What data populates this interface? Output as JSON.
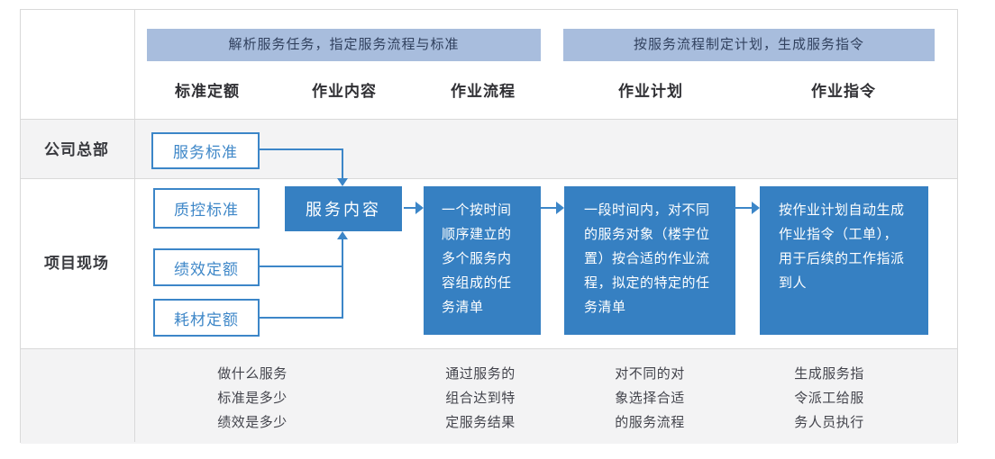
{
  "phases": [
    {
      "banner": "解析服务任务，指定服务流程与标准"
    },
    {
      "banner": "按服务流程制定计划，生成服务指令"
    }
  ],
  "columns": [
    {
      "label": "标准定额"
    },
    {
      "label": "作业内容"
    },
    {
      "label": "作业流程"
    },
    {
      "label": "作业计划"
    },
    {
      "label": "作业指令"
    }
  ],
  "row_labels": {
    "hq": "公司总部",
    "site": "项目现场"
  },
  "standard_boxes": [
    {
      "label": "服务标准"
    },
    {
      "label": "质控标准"
    },
    {
      "label": "绩效定额"
    },
    {
      "label": "耗材定额"
    }
  ],
  "content_box": {
    "label": "服务内容"
  },
  "detail_boxes": [
    {
      "text": "一个按时间顺序建立的多个服务内容组成的任务清单"
    },
    {
      "text": "一段时间内，对不同的服务对象（楼宇位置）按合适的作业流程，拟定的特定的任务清单"
    },
    {
      "text": "按作业计划自动生成作业指令（工单），用于后续的工作指派到人"
    }
  ],
  "footnotes": [
    {
      "text": "做什么服务\n标准是多少\n绩效是多少"
    },
    {
      "text": "通过服务的\n组合达到特\n定服务结果"
    },
    {
      "text": "对不同的对\n象选择合适\n的服务流程"
    },
    {
      "text": "生成服务指\n令派工给服\n务人员执行"
    }
  ],
  "colors": {
    "banner_bg": "#a8bddd",
    "banner_text": "#31415e",
    "box_blue": "#3680c2",
    "line_blue": "#3c86c8",
    "border_gray": "#d9d9d9",
    "row_gray": "#f3f3f4"
  }
}
